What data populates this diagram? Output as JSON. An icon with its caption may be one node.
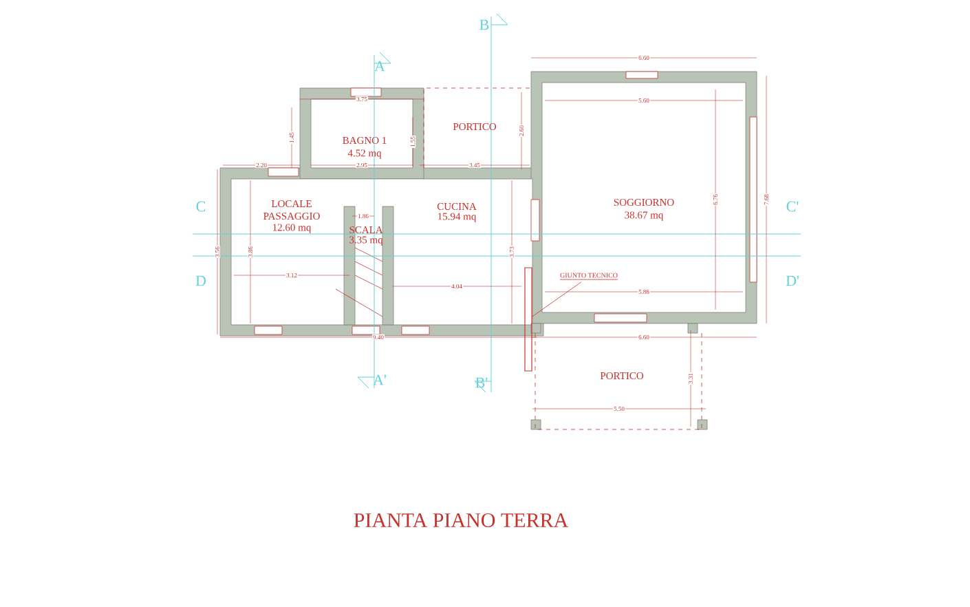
{
  "diagram": {
    "title": "PIANTA PIANO TERRA",
    "nodes": [
      {
        "text": [
          "GIUNTO TECNICO"
        ]
      },
      {
        "text": [],
        "shape": "bar"
      }
    ],
    "edges": [
      {
        "from": 0,
        "to": 1,
        "arrow": "none"
      }
    ],
    "labels": [
      "A",
      "B",
      "6.60",
      "3.75",
      "5.60",
      "PORTICO",
      "2.60",
      "1.45",
      "BAGNO 1",
      "4.52 mq",
      "1.55",
      "2.20",
      "2.95",
      "3.45",
      "6.76",
      "7.68",
      "LOCALE",
      "PASSAGGIO",
      "12.60 mq",
      "1.86",
      "CUCINA",
      "15.94 mq",
      "SOGGIORNO",
      "38.67 mq",
      "C",
      "C'",
      "SCALA",
      "3.35 mq",
      "3.56",
      "3.86",
      "3.73",
      "3.12",
      "4.04",
      "5.86",
      "D",
      "D'",
      "9.40",
      "6.60",
      "PORTICO",
      "3.31",
      "5.50",
      "A'",
      "B'"
    ]
  }
}
